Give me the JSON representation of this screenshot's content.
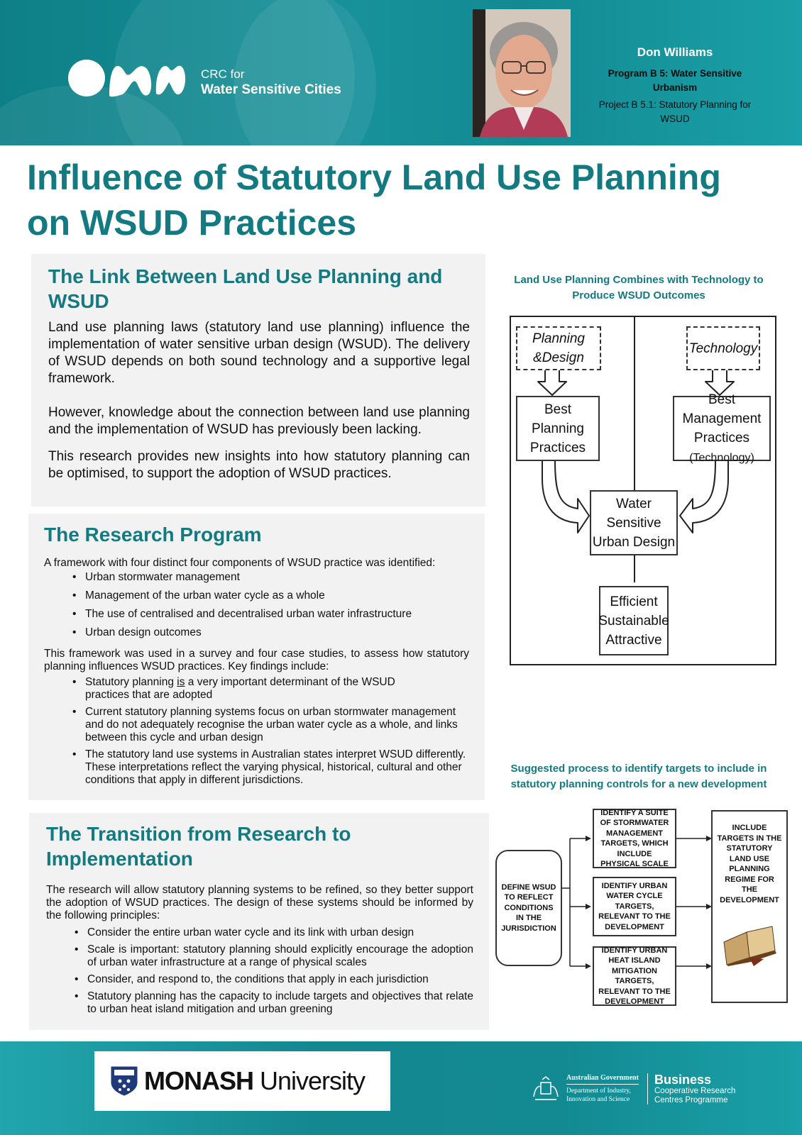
{
  "header": {
    "logo_line1": "CRC for",
    "logo_line2": "Water Sensitive Cities",
    "author_name": "Don Williams",
    "program": "Program  B 5: Water Sensitive Urbanism",
    "project": "Project B 5.1: Statutory Planning for WSUD"
  },
  "title": {
    "line1": "Influence of Statutory Land Use Planning",
    "line2": "on WSUD Practices"
  },
  "section1": {
    "heading": "The Link Between Land Use Planning and WSUD",
    "para1": "Land use planning laws (statutory land use planning) influence the implementation of water sensitive urban design (WSUD).  The delivery of WSUD depends on both sound technology and a supportive legal framework.",
    "para2": "However, knowledge about the connection between land use planning and the implementation of WSUD has previously been lacking.",
    "para3": "This research provides new insights into how statutory planning can be optimised, to support the adoption of WSUD practices."
  },
  "section2": {
    "heading": "The Research Program",
    "intro": "A framework with four distinct four components of WSUD practice was identified:",
    "components": [
      "Urban stormwater management",
      "Management of the urban water cycle as a whole",
      "The use of centralised and decentralised urban water infrastructure",
      "Urban design outcomes"
    ],
    "para": "This framework was used in a survey and four case studies, to assess how statutory planning influences WSUD practices. Key findings include:",
    "finding1_pre": "Statutory planning ",
    "finding1_em": "is",
    "finding1_post": " a very important determinant of the WSUD practices that are adopted",
    "finding2": "Current statutory planning systems focus on urban stormwater management and do not adequately recognise the urban water cycle as a whole, and links between this cycle and urban design",
    "finding3": "The statutory land use systems in Australian states interpret WSUD differently.  These interpretations reflect the varying physical, historical, cultural and other conditions that apply in different jurisdictions."
  },
  "section3": {
    "heading": "The Transition from Research to Implementation",
    "para": "The research will allow statutory planning systems to be refined, so they better support the adoption of WSUD practices.   The design of these systems should be informed by the following principles:",
    "principles": [
      "Consider the entire urban water cycle and its link with urban design",
      "Scale is important: statutory planning should explicitly encourage the adoption of urban water infrastructure at a range of physical scales",
      "Consider, and respond to, the conditions that apply in each jurisdiction",
      "Statutory planning has the capacity to include targets and objectives that relate to urban heat island mitigation and urban greening"
    ]
  },
  "diagram1": {
    "caption": "Land Use Planning Combines with Technology to Produce WSUD Outcomes",
    "planning_design": "Planning &Design",
    "technology": "Technology",
    "best_planning": "Best Planning Practices",
    "best_management": "Best Management",
    "best_management_2": "Practices",
    "best_management_3": "(Technology)",
    "wsud": "Water Sensitive Urban Design",
    "outcomes": "Efficient Sustainable Attractive"
  },
  "diagram2": {
    "caption": "Suggested process to identify targets to include in statutory planning controls for a new development",
    "define": "Define WSUD to reflect conditions in the jurisdiction",
    "stormwater": "Identify a suite of stormwater management targets, which include physical scale",
    "water_cycle": "Identify urban water cycle targets, relevant to the development",
    "heat_island": "Identify urban heat island mitigation targets, relevant to the development",
    "include": "Include targets in the statutory land use planning regime for the development"
  },
  "footer": {
    "monash_bold": "MONASH",
    "monash_light": " University",
    "govt1": "Australian Government",
    "govt2": "Department of Industry,",
    "govt3": "Innovation and Science",
    "business1": "Business",
    "business2": "Cooperative Research",
    "business3": "Centres Programme"
  },
  "colors": {
    "teal": "#137a82",
    "header_bg": "#17919a",
    "panel_bg": "#f2f2f2"
  },
  "icons": [
    "crc-logo-icon",
    "author-photo",
    "book-icon",
    "monash-crest-icon",
    "australian-government-crest-icon"
  ]
}
